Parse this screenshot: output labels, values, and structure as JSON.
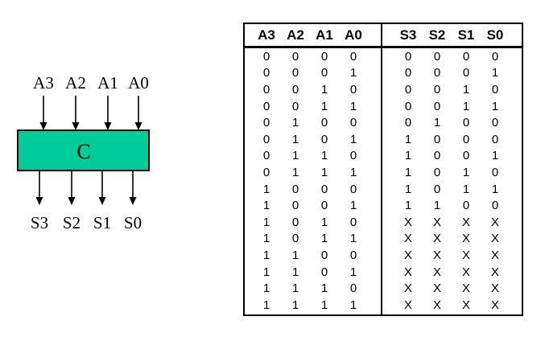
{
  "diagram": {
    "block_label": "C",
    "block_color": "#00CC99",
    "block_border_color": "#000000",
    "inputs": [
      "A3",
      "A2",
      "A1",
      "A0"
    ],
    "outputs": [
      "S3",
      "S2",
      "S1",
      "S0"
    ]
  },
  "table": {
    "input_headers": [
      "A3",
      "A2",
      "A1",
      "A0"
    ],
    "output_headers": [
      "S3",
      "S2",
      "S1",
      "S0"
    ],
    "dont_care_symbol": "X",
    "rows": [
      {
        "inputs": [
          "0",
          "0",
          "0",
          "0"
        ],
        "outputs": [
          "0",
          "0",
          "0",
          "0"
        ]
      },
      {
        "inputs": [
          "0",
          "0",
          "0",
          "1"
        ],
        "outputs": [
          "0",
          "0",
          "0",
          "1"
        ]
      },
      {
        "inputs": [
          "0",
          "0",
          "1",
          "0"
        ],
        "outputs": [
          "0",
          "0",
          "1",
          "0"
        ]
      },
      {
        "inputs": [
          "0",
          "0",
          "1",
          "1"
        ],
        "outputs": [
          "0",
          "0",
          "1",
          "1"
        ]
      },
      {
        "inputs": [
          "0",
          "1",
          "0",
          "0"
        ],
        "outputs": [
          "0",
          "1",
          "0",
          "0"
        ]
      },
      {
        "inputs": [
          "0",
          "1",
          "0",
          "1"
        ],
        "outputs": [
          "1",
          "0",
          "0",
          "0"
        ]
      },
      {
        "inputs": [
          "0",
          "1",
          "1",
          "0"
        ],
        "outputs": [
          "1",
          "0",
          "0",
          "1"
        ]
      },
      {
        "inputs": [
          "0",
          "1",
          "1",
          "1"
        ],
        "outputs": [
          "1",
          "0",
          "1",
          "0"
        ]
      },
      {
        "inputs": [
          "1",
          "0",
          "0",
          "0"
        ],
        "outputs": [
          "1",
          "0",
          "1",
          "1"
        ]
      },
      {
        "inputs": [
          "1",
          "0",
          "0",
          "1"
        ],
        "outputs": [
          "1",
          "1",
          "0",
          "0"
        ]
      },
      {
        "inputs": [
          "1",
          "0",
          "1",
          "0"
        ],
        "outputs": [
          "X",
          "X",
          "X",
          "X"
        ]
      },
      {
        "inputs": [
          "1",
          "0",
          "1",
          "1"
        ],
        "outputs": [
          "X",
          "X",
          "X",
          "X"
        ]
      },
      {
        "inputs": [
          "1",
          "1",
          "0",
          "0"
        ],
        "outputs": [
          "X",
          "X",
          "X",
          "X"
        ]
      },
      {
        "inputs": [
          "1",
          "1",
          "0",
          "1"
        ],
        "outputs": [
          "X",
          "X",
          "X",
          "X"
        ]
      },
      {
        "inputs": [
          "1",
          "1",
          "1",
          "0"
        ],
        "outputs": [
          "X",
          "X",
          "X",
          "X"
        ]
      },
      {
        "inputs": [
          "1",
          "1",
          "1",
          "1"
        ],
        "outputs": [
          "X",
          "X",
          "X",
          "X"
        ]
      }
    ]
  }
}
